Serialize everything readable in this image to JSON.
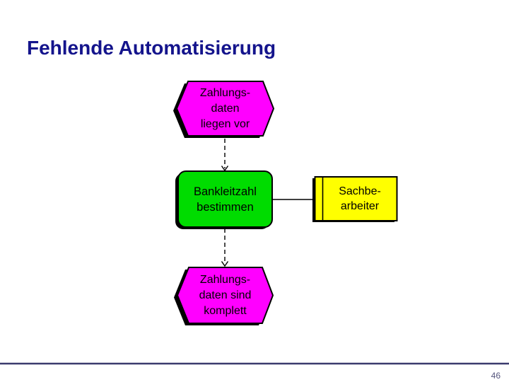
{
  "slide": {
    "title": "Fehlende Automatisierung",
    "page_number": "46"
  },
  "colors": {
    "title_text": "#14148c",
    "event_fill": "#ff00ff",
    "function_fill": "#00dc00",
    "org_unit_fill": "#ffff00",
    "shape_border": "#000000",
    "shadow": "#000000",
    "connector": "#000000",
    "footer_line": "#3a3a6e",
    "page_number_text": "#55557d",
    "background": "#ffffff"
  },
  "diagram": {
    "type": "epc-flowchart",
    "nodes": [
      {
        "id": "event-payment-data-available",
        "kind": "event",
        "shape": "hexagon",
        "fill": "#ff00ff",
        "label": "Zahlungs-\ndaten\nliegen vor"
      },
      {
        "id": "function-determine-bank-code",
        "kind": "function",
        "shape": "rounded-rectangle",
        "fill": "#00dc00",
        "label": "Bankleitzahl\nbestimmen"
      },
      {
        "id": "org-unit-clerk",
        "kind": "organizational-unit",
        "shape": "rectangle-with-bar",
        "fill": "#ffff00",
        "label": "Sachbe-\narbeiter"
      },
      {
        "id": "event-payment-data-complete",
        "kind": "event",
        "shape": "hexagon",
        "fill": "#ff00ff",
        "label": "Zahlungs-\ndaten sind\nkomplett"
      }
    ],
    "edges": [
      {
        "from": "event-payment-data-available",
        "to": "function-determine-bank-code",
        "style": "dashed",
        "arrow": true
      },
      {
        "from": "function-determine-bank-code",
        "to": "org-unit-clerk",
        "style": "solid",
        "arrow": false
      },
      {
        "from": "function-determine-bank-code",
        "to": "event-payment-data-complete",
        "style": "dashed",
        "arrow": true
      }
    ]
  }
}
